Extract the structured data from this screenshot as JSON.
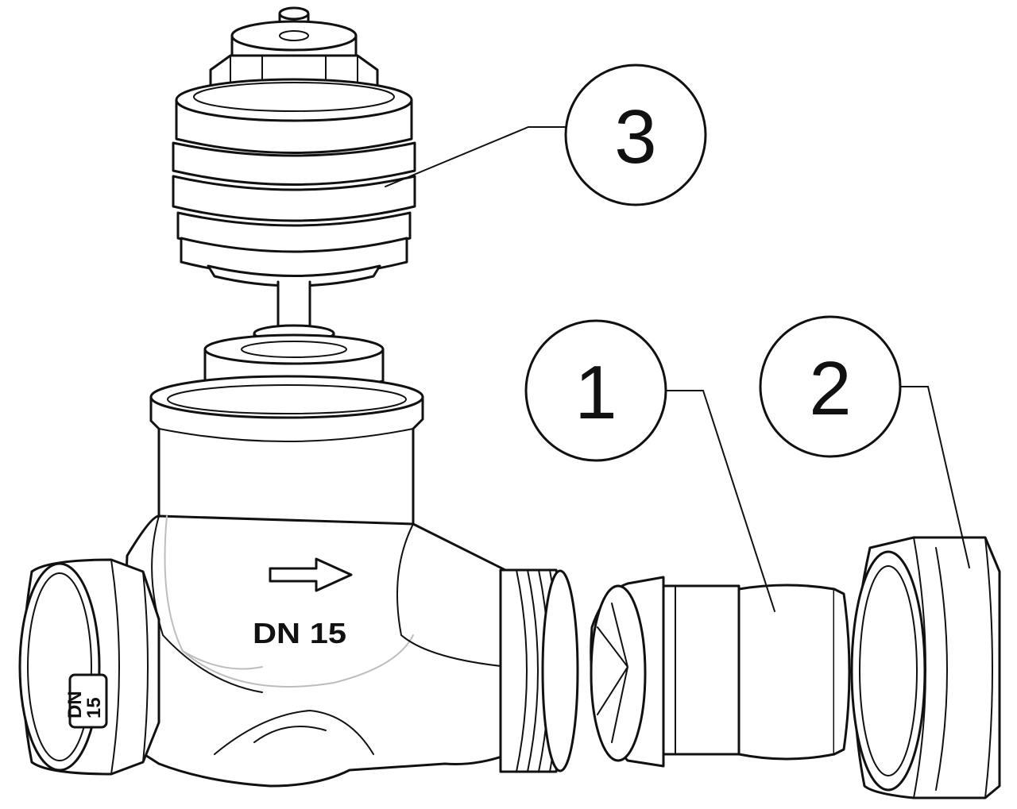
{
  "callouts": [
    {
      "id": "3",
      "label": "3"
    },
    {
      "id": "1",
      "label": "1"
    },
    {
      "id": "2",
      "label": "2"
    }
  ],
  "body_marking": {
    "size_text": "DN  15",
    "end_dn": "DN",
    "end_size": "15"
  },
  "flow_arrow": "arrow-right-icon"
}
